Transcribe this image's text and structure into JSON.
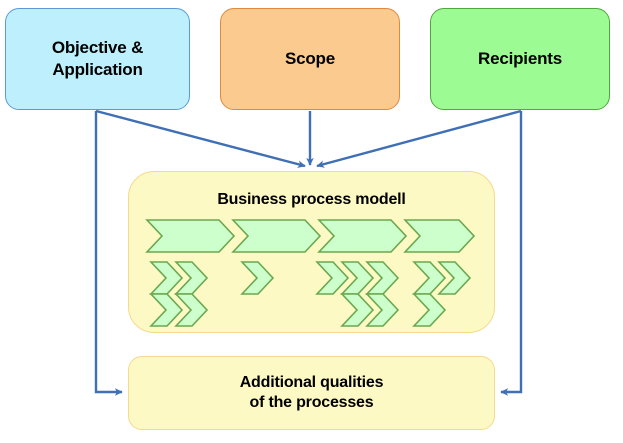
{
  "diagram": {
    "type": "flow-diagram",
    "title": "Business process model inputs and outputs",
    "background": "#ffffff"
  },
  "colors": {
    "objective_fill": "#bdeffc",
    "objective_stroke": "#5b9bd5",
    "scope_fill": "#fbca8f",
    "scope_stroke": "#e08a3c",
    "recipients_fill": "#9cfb92",
    "recipients_stroke": "#4fa83d",
    "yellow_fill": "#fdf9c4",
    "yellow_stroke": "#f5d98e",
    "chevron_fill": "#ccffcc",
    "chevron_stroke": "#6aa84f",
    "connector": "#3f6fb5",
    "text": "#000000"
  },
  "nodes": {
    "objective": {
      "label": "Objective & Application",
      "line1": "Objective &",
      "line2": "Application"
    },
    "scope": {
      "label": "Scope"
    },
    "recipients": {
      "label": "Recipients"
    },
    "business_process_model": {
      "title": "Business process modell"
    },
    "additional_qualities": {
      "label": "Additional qualities of the processes",
      "line1": "Additional qualities",
      "line2": "of the processes"
    }
  },
  "chevrons": {
    "description": "Green chevron arrow shapes arranged inside the business process model box",
    "rows": [
      {
        "name": "row-large",
        "size": "large",
        "groups": [
          {
            "count": 1
          },
          {
            "count": 1
          },
          {
            "count": 1
          },
          {
            "count": 1
          }
        ]
      },
      {
        "name": "row-small-1",
        "size": "small",
        "groups": [
          {
            "count": 2
          },
          {
            "count": 1
          },
          {
            "count": 3
          },
          {
            "count": 2
          }
        ]
      },
      {
        "name": "row-small-2",
        "size": "small",
        "groups": [
          {
            "count": 2
          },
          {
            "count": 0
          },
          {
            "count": 2
          },
          {
            "count": 1
          }
        ]
      }
    ]
  },
  "connectors": [
    {
      "name": "objective-to-bpm",
      "from": "objective",
      "to": "business_process_model",
      "style": "arrow"
    },
    {
      "name": "scope-to-bpm",
      "from": "scope",
      "to": "business_process_model",
      "style": "arrow"
    },
    {
      "name": "recipients-to-bpm",
      "from": "recipients",
      "to": "business_process_model",
      "style": "arrow"
    },
    {
      "name": "objective-to-additional",
      "from": "objective",
      "to": "additional_qualities",
      "style": "elbow-arrow-left"
    },
    {
      "name": "recipients-to-additional",
      "from": "recipients",
      "to": "additional_qualities",
      "style": "elbow-arrow-right"
    }
  ]
}
